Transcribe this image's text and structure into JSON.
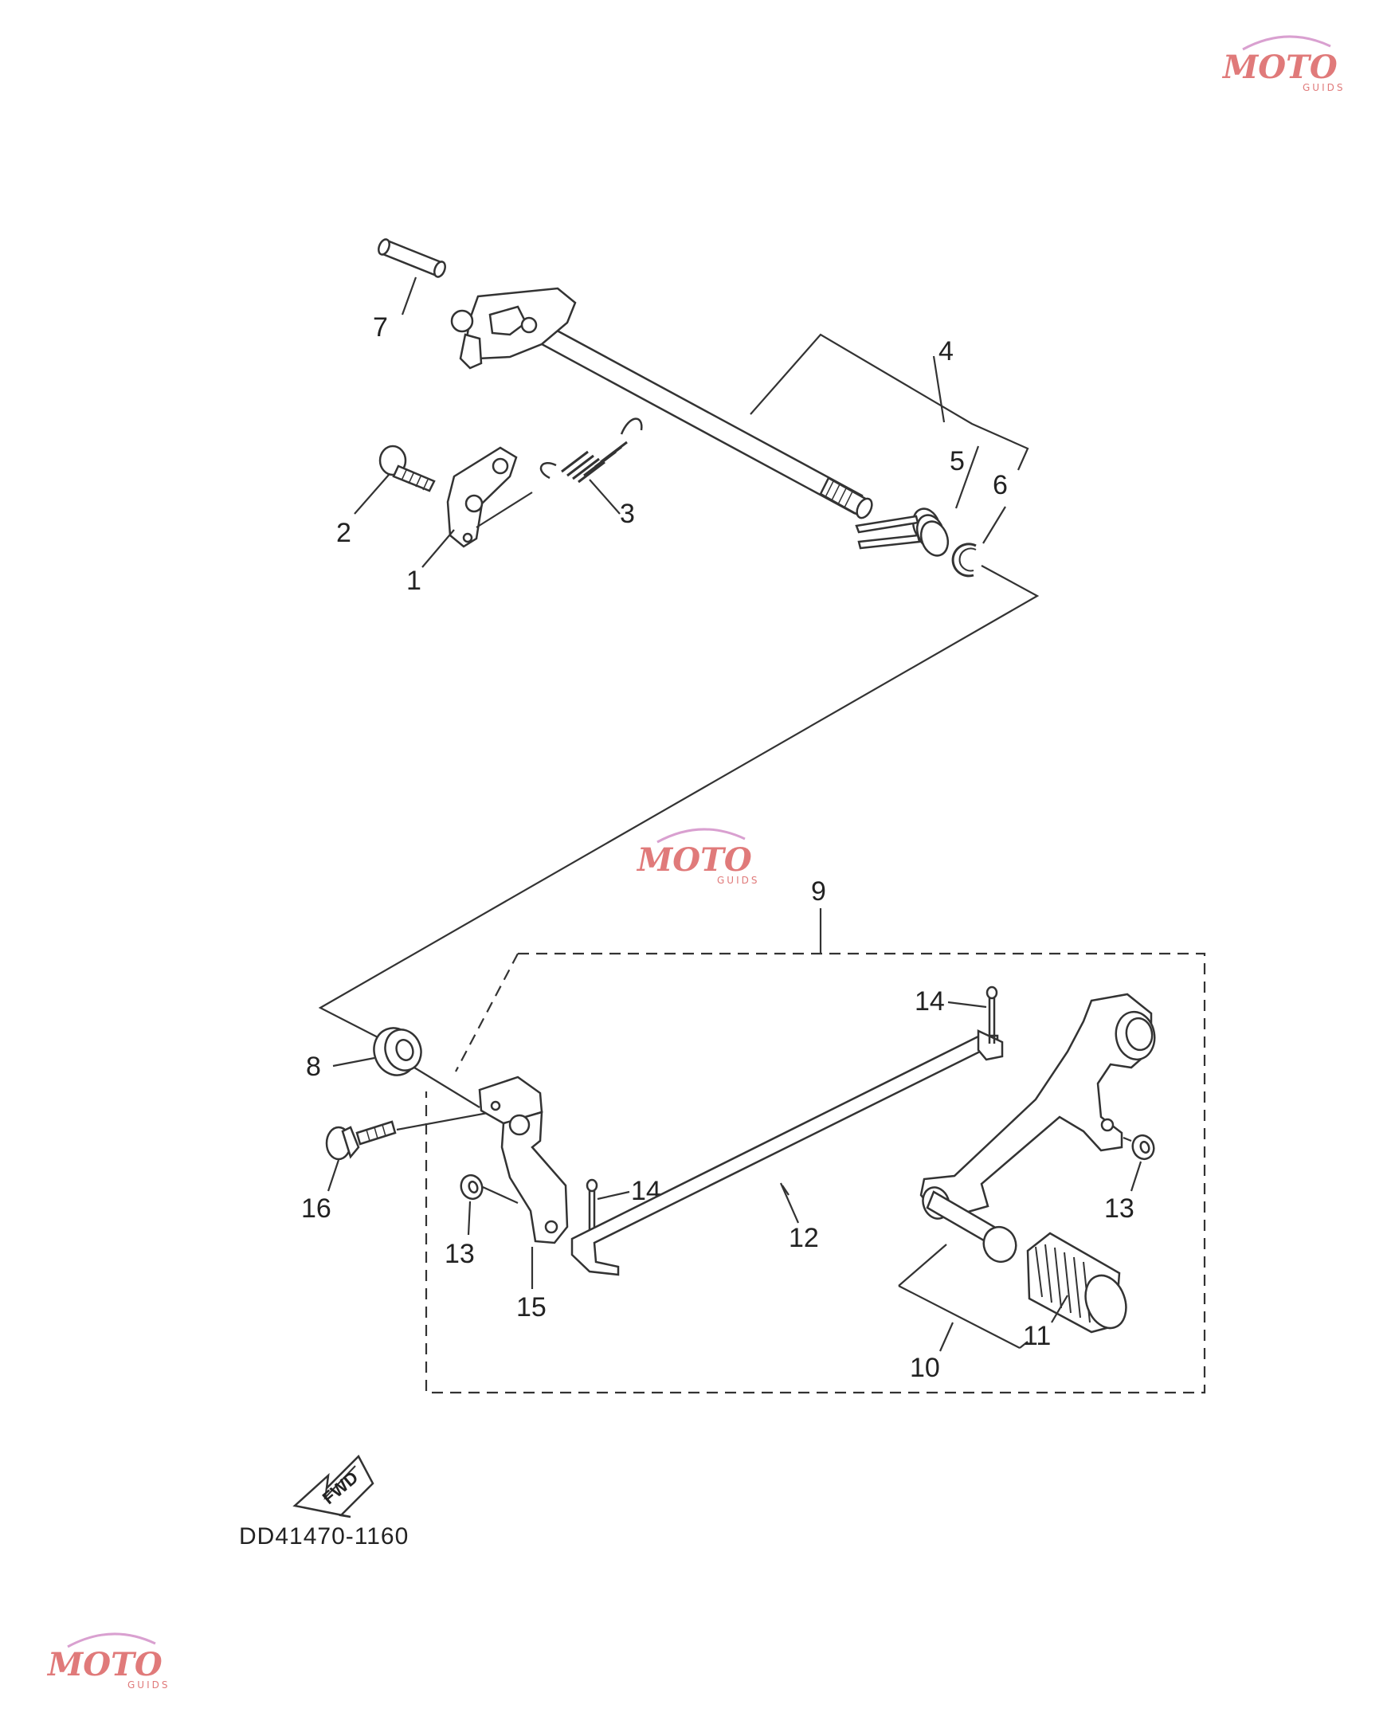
{
  "diagram": {
    "callouts": {
      "c1": "1",
      "c2": "2",
      "c3": "3",
      "c4": "4",
      "c5": "5",
      "c6": "6",
      "c7": "7",
      "c8": "8",
      "c9": "9",
      "c10": "10",
      "c11": "11",
      "c12": "12",
      "c13a": "13",
      "c13b": "13",
      "c14a": "14",
      "c14b": "14",
      "c15": "15",
      "c16": "16"
    },
    "fwd_label": "FWD",
    "diagram_code": "DD41470-1160"
  },
  "watermark": {
    "brand": "MOTO",
    "sub": "GUIDS"
  }
}
